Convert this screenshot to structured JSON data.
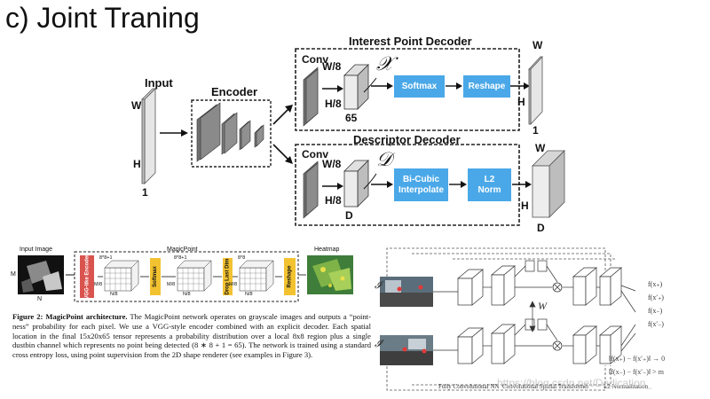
{
  "slide": {
    "title": "c) Joint Traning"
  },
  "top_diagram": {
    "input_label": "Input",
    "encoder_label": "Encoder",
    "dim_w": "W",
    "dim_h": "H",
    "dim_1": "1",
    "interest_decoder": {
      "title": "Interest Point Decoder",
      "conv": "Conv",
      "w8": "W/8",
      "h8": "H/8",
      "depth": "65",
      "symbol": "𝒳",
      "softmax": "Softmax",
      "reshape": "Reshape",
      "out_w": "W",
      "out_h": "H",
      "out_d": "1"
    },
    "descriptor_decoder": {
      "title": "Descriptor Decoder",
      "conv": "Conv",
      "w8": "W/8",
      "h8": "H/8",
      "depth": "D",
      "symbol": "𝒟",
      "bicubic_line1": "Bi-Cubic",
      "bicubic_line2": "Interpolate",
      "l2_line1": "L2",
      "l2_line2": "Norm",
      "out_w": "W",
      "out_h": "H",
      "out_d": "D"
    }
  },
  "magicpoint": {
    "input_image": "Input Image",
    "magicpoint": "MagicPoint",
    "heatmap": "Heatmap",
    "m": "M",
    "n": "N",
    "vgg_encoder": "VGG-like Encoder",
    "softmax": "Softmax",
    "drop_last_dim": "Drop Last Dim",
    "reshape": "Reshape",
    "dim_881": "8*8+1",
    "dim_88": "8*8",
    "dim_m8": "M/8",
    "dim_n8": "N/8"
  },
  "caption": {
    "fig": "Figure 2: MagicPoint architecture.",
    "text": "The MagicPoint network operates on grayscale images and outputs a “point-ness” probability for each pixel. We use a VGG-style encoder combined with an explicit decoder. Each spatial location in the final 15x20x65 tensor represents a probability distribution over a local 8x8 region plus a single dustbin channel which represents no point being detected (8 ∗ 8 + 1 = 65). The network is trained using a standard cross entropy loss, using point supervision from the 2D shape renderer (see examples in Figure 3)."
  },
  "right_diagram": {
    "i_top": "𝓘",
    "i_bottom": "𝓘′",
    "w_symbol": "W",
    "f1": "f(x₊)",
    "f2": "f(x′₊)",
    "f3": "f(x₋)",
    "f4": "f(x′₋)",
    "eq1": "‖f(x₊) − f(x′₊)‖ → 0",
    "eq2": "‖f(x₋) − f(x′₋)‖ > m",
    "fcnn": "Fully Convolutional NN",
    "cst": "Convolutional Spatial Transformer",
    "l2n": "L2 Normalization",
    "watermark": "https://blog.csdn.net/Dedication_"
  },
  "colors": {
    "blue_box": "#4aa8e8",
    "vgg_red": "#d9534f",
    "yellow": "#f2c230"
  }
}
